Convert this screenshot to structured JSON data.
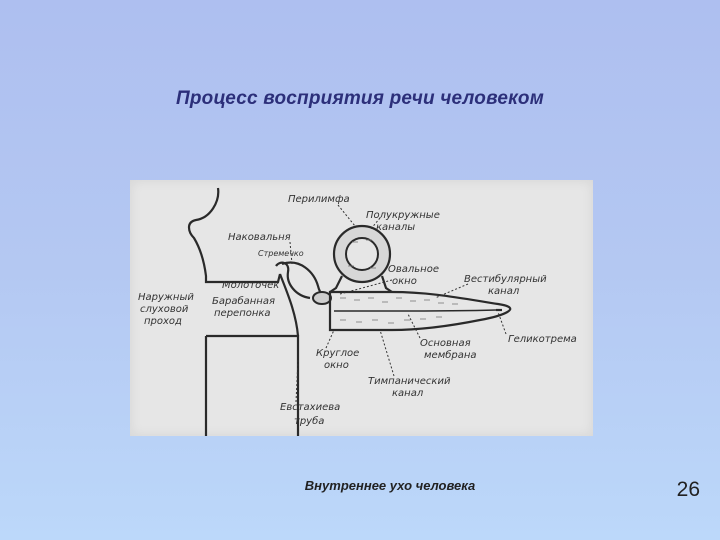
{
  "slide": {
    "title": "Процесс восприятия речи человеком",
    "caption": "Внутреннее ухо человека",
    "page_number": "26"
  },
  "diagram": {
    "labels": {
      "perilymph": "Перилимфа",
      "semicircular_1": "Полукружные",
      "semicircular_2": "каналы",
      "incus": "Наковальня",
      "stapes": "Стремечко",
      "malleus": "Молоточек",
      "oval_1": "Овальное",
      "oval_2": "окно",
      "vestibular_1": "Вестибулярный",
      "vestibular_2": "канал",
      "canal_1": "Наружный",
      "canal_2": "слуховой",
      "canal_3": "проход",
      "tympanic_membrane_1": "Барабанная",
      "tympanic_membrane_2": "перепонка",
      "helicotrema": "Геликотрема",
      "round_1": "Круглое",
      "round_2": "окно",
      "basilar_1": "Основная",
      "basilar_2": "мембрана",
      "tympanic_canal_1": "Тимпанический",
      "tympanic_canal_2": "канал",
      "eustachian_1": "Евстахиева",
      "eustachian_2": "труба"
    }
  }
}
